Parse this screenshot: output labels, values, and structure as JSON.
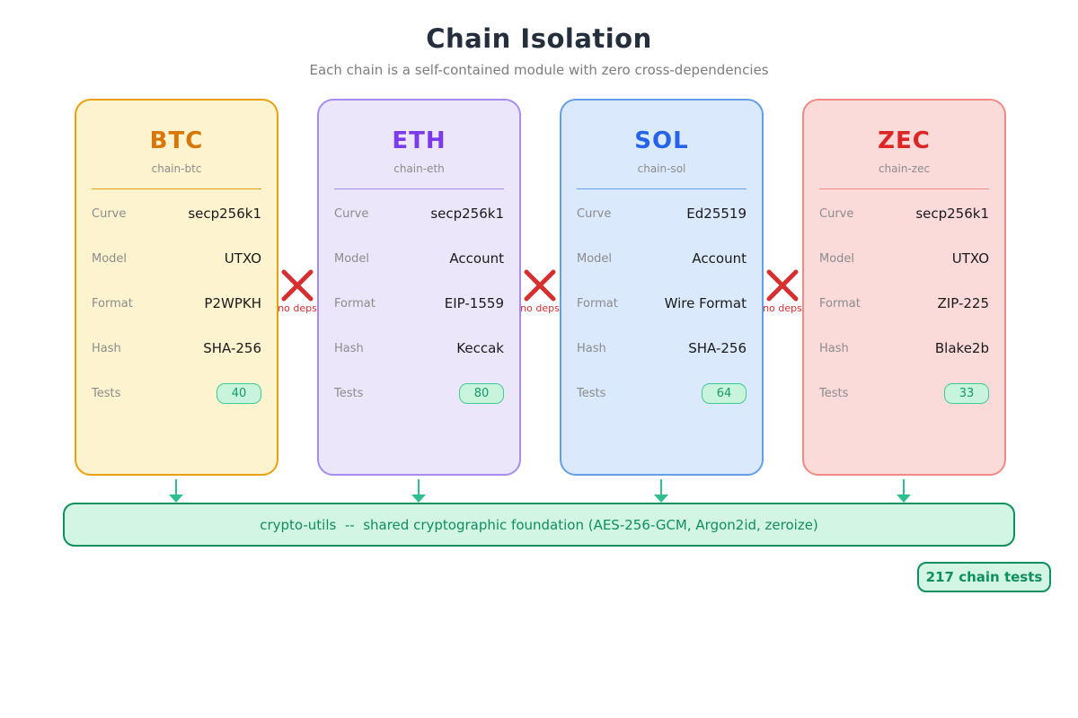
{
  "header": {
    "title": "Chain Isolation",
    "subtitle": "Each chain is a self-contained module with zero cross-dependencies"
  },
  "field_labels": [
    "Curve",
    "Model",
    "Format",
    "Hash",
    "Tests"
  ],
  "chains": [
    {
      "name": "BTC",
      "module": "chain-btc",
      "curve": "secp256k1",
      "model": "UTXO",
      "format": "P2WPKH",
      "hash": "SHA-256",
      "tests": "40",
      "accent": "#d97706",
      "border": "#e8a00d",
      "bg": "#fdf3cf"
    },
    {
      "name": "ETH",
      "module": "chain-eth",
      "curve": "secp256k1",
      "model": "Account",
      "format": "EIP-1559",
      "hash": "Keccak",
      "tests": "80",
      "accent": "#7c3aed",
      "border": "#a88bf0",
      "bg": "#ece6fa"
    },
    {
      "name": "SOL",
      "module": "chain-sol",
      "curve": "Ed25519",
      "model": "Account",
      "format": "Wire Format",
      "hash": "SHA-256",
      "tests": "64",
      "accent": "#2563eb",
      "border": "#64a0e8",
      "bg": "#dbe9fc"
    },
    {
      "name": "ZEC",
      "module": "chain-zec",
      "curve": "secp256k1",
      "model": "UTXO",
      "format": "ZIP-225",
      "hash": "Blake2b",
      "tests": "33",
      "accent": "#dc2626",
      "border": "#ef8a86",
      "bg": "#fbdada"
    }
  ],
  "no_deps_label": "no deps",
  "foundation": {
    "text": "crypto-utils  --  shared cryptographic foundation (AES-256-GCM, Argon2id, zeroize)"
  },
  "total_badge_label": "217 chain tests",
  "colors": {
    "title-color": "#242e3d",
    "subtitle-color": "#7d7d7d",
    "label-color": "#8c8c8c",
    "value-color": "#1a1a1a",
    "x-red": "#d62f2f",
    "badge-bg": "#c9f4dc",
    "badge-border": "#3ecb95",
    "badge-text": "#13986a",
    "green-dark": "#0e8f60",
    "green-light": "#d3f5e3",
    "arrow-green": "#2dbf90"
  }
}
